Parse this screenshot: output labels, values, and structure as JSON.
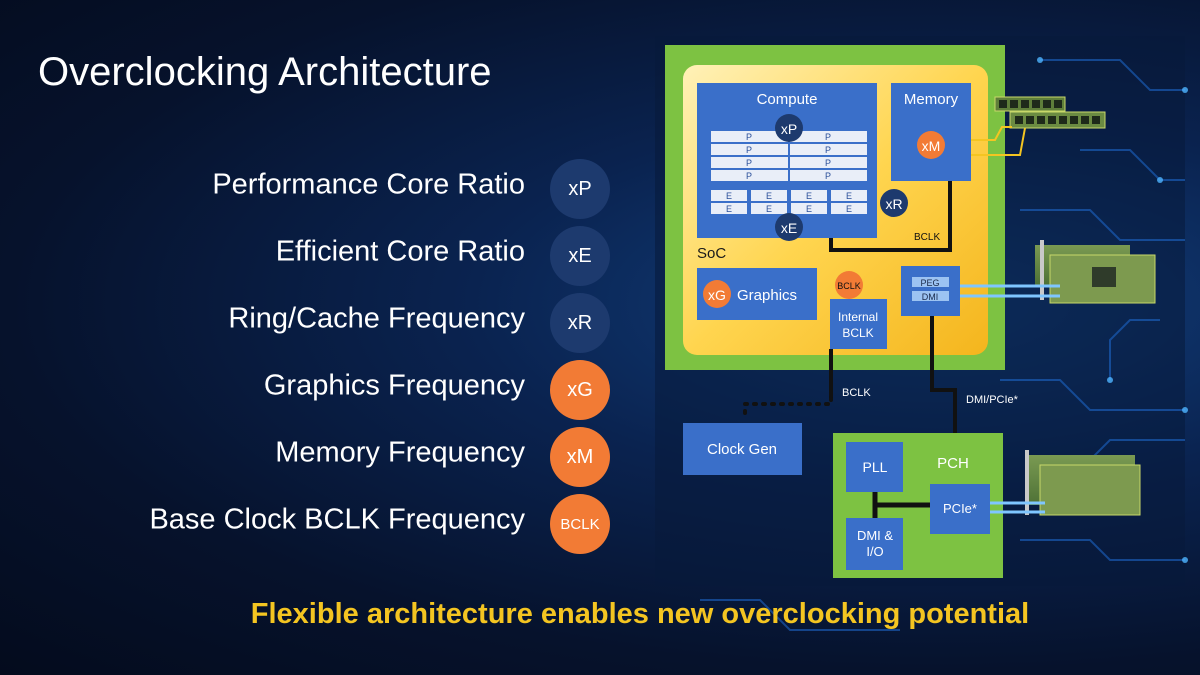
{
  "title": "Overclocking Architecture",
  "legend": [
    {
      "label": "Performance Core Ratio",
      "badge": "xP",
      "color": "#1d3a6e"
    },
    {
      "label": "Efficient Core Ratio",
      "badge": "xE",
      "color": "#1d3a6e"
    },
    {
      "label": "Ring/Cache Frequency",
      "badge": "xR",
      "color": "#1d3a6e"
    },
    {
      "label": "Graphics Frequency",
      "badge": "xG",
      "color": "#f27b35"
    },
    {
      "label": "Memory Frequency",
      "badge": "xM",
      "color": "#f27b35"
    },
    {
      "label": "Base Clock BCLK Frequency",
      "badge": "BCLK",
      "color": "#f27b35"
    }
  ],
  "diagram": {
    "compute": {
      "label": "Compute",
      "p_core": "P",
      "e_core": "E"
    },
    "memory": {
      "label": "Memory"
    },
    "soc": {
      "label": "SoC"
    },
    "graphics": {
      "label": "Graphics"
    },
    "internal_bclk": {
      "line1": "Internal",
      "line2": "BCLK"
    },
    "peg": "PEG",
    "dmi": "DMI",
    "bclk_wire": "BCLK",
    "dmi_pcie_wire": "DMI/PCIe*",
    "clock_gen": "Clock Gen",
    "pch": "PCH",
    "pll": "PLL",
    "dmi_io": {
      "line1": "DMI &",
      "line2": "I/O"
    },
    "pcie": "PCIe*"
  },
  "tagline": "Flexible architecture enables new overclocking potential",
  "colors": {
    "accent_orange": "#f27b35",
    "dark_badge": "#1d3a6e",
    "block_blue": "#3a6fc9",
    "board_green": "#7dc242",
    "soc_yellow": "#ffd24a",
    "tagline_yellow": "#f4c521"
  }
}
